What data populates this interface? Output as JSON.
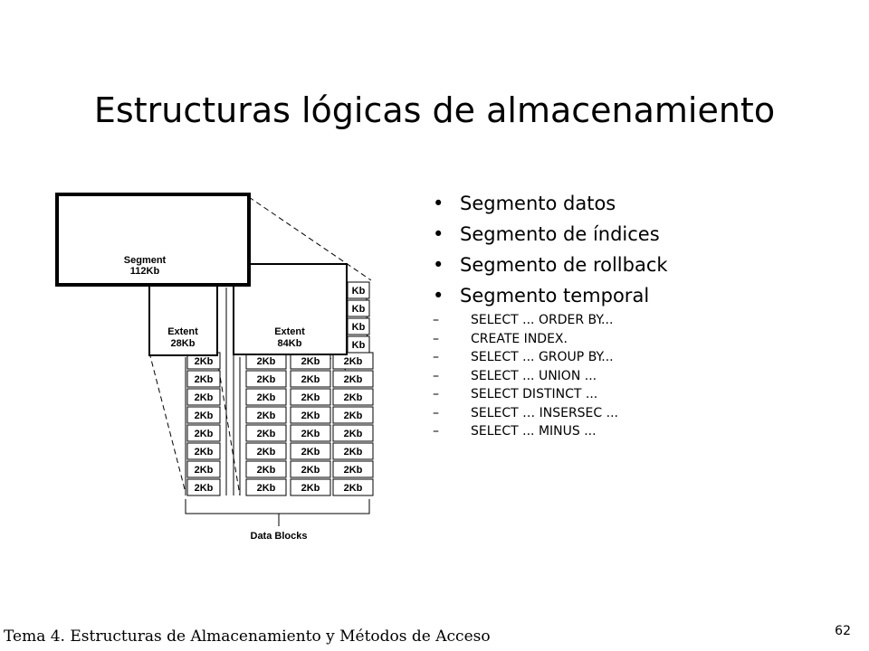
{
  "slide": {
    "title": "Estructuras lógicas de almacenamiento",
    "bullets": [
      "Segmento datos",
      "Segmento de índices",
      "Segmento de rollback",
      "Segmento temporal"
    ],
    "sub_bullets": [
      "SELECT ... ORDER BY...",
      "CREATE INDEX.",
      "SELECT ... GROUP BY...",
      "SELECT ... UNION ...",
      "SELECT DISTINCT ...",
      "SELECT … INSERSEC ...",
      "SELECT ... MINUS ..."
    ],
    "footer": "Tema 4. Estructuras de Almacenamiento y Métodos de Acceso",
    "page_number": "62"
  },
  "diagram": {
    "segment_label": "Segment",
    "segment_size": "112Kb",
    "extent1_label": "Extent",
    "extent1_size": "28Kb",
    "extent2_label": "Extent",
    "extent2_size": "84Kb",
    "block_label": "2Kb",
    "block_label_clipped": "Kb",
    "data_blocks_label": "Data Blocks"
  }
}
